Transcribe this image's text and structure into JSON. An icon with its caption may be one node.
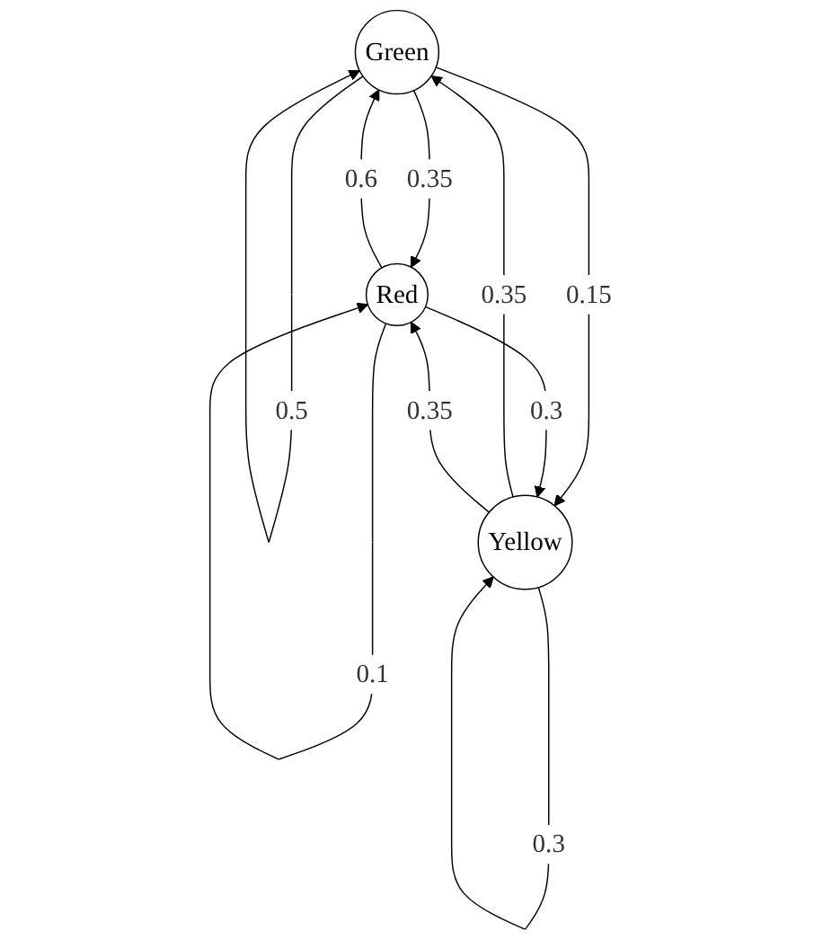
{
  "diagram": {
    "nodes": [
      {
        "text": [
          "Green"
        ]
      },
      {
        "text": [
          "Red"
        ]
      },
      {
        "text": [
          "Yellow"
        ]
      }
    ],
    "edges": [
      {
        "from": 0,
        "to": 0,
        "arrow": "to",
        "label": "0.5"
      },
      {
        "from": 0,
        "to": 1,
        "arrow": "to",
        "label": "0.35"
      },
      {
        "from": 1,
        "to": 1,
        "arrow": "to",
        "label": "0.1"
      },
      {
        "from": 1,
        "to": 0,
        "arrow": "to",
        "label": "0.6"
      },
      {
        "from": 0,
        "to": 2,
        "arrow": "to",
        "label": "0.15"
      },
      {
        "from": 1,
        "to": 2,
        "arrow": "to",
        "label": "0.3"
      },
      {
        "from": 2,
        "to": 0,
        "arrow": "to",
        "label": "0.35"
      },
      {
        "from": 2,
        "to": 1,
        "arrow": "to",
        "label": "0.35"
      },
      {
        "from": 2,
        "to": 2,
        "arrow": "to",
        "label": "0.3"
      }
    ]
  }
}
